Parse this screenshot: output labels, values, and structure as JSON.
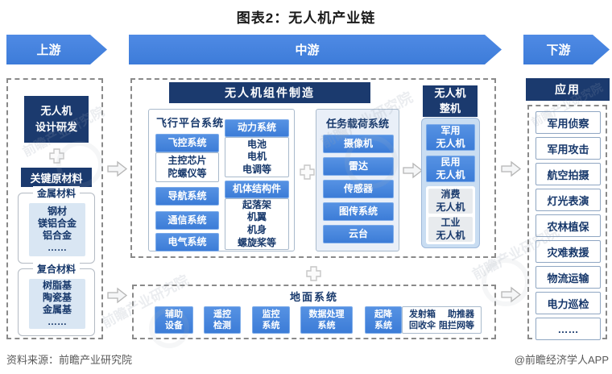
{
  "title": "图表2：无人机产业链",
  "banners": {
    "upstream": "上游",
    "midstream": "中游",
    "downstream": "下游"
  },
  "upstream": {
    "design_rd": "无人机\n设计研发",
    "key_materials": "关键原材料",
    "metal": {
      "label": "金属材料",
      "items": "钢材\n镁铝合金\n铝合金\n……"
    },
    "composite": {
      "label": "复合材料",
      "items": "树脂基\n陶瓷基\n金属基\n……"
    }
  },
  "midstream": {
    "components_title": "无人机组件制造",
    "flight_platform": {
      "title": "飞行平台系统",
      "flight_control": "飞控系统",
      "flight_control_detail": "主控芯片\n陀螺仪等",
      "navigation": "导航系统",
      "communication": "通信系统",
      "electrical": "电气系统",
      "power": "动力系统",
      "power_detail": "电池\n电机\n电调等",
      "structure": "机体结构件",
      "structure_detail": "起落架\n机翼\n机身\n螺旋桨等"
    },
    "payload": {
      "title": "任务载荷系统",
      "items": [
        "摄像机",
        "雷达",
        "传感器",
        "图传系统",
        "云台"
      ]
    },
    "whole_drone": {
      "title": "无人机\n整机",
      "items": [
        "军用\n无人机",
        "民用\n无人机",
        "消费\n无人机",
        "工业\n无人机"
      ]
    },
    "ground": {
      "title": "地面系统",
      "buttons": [
        "辅助\n设备",
        "遥控\n检测",
        "监控\n系统",
        "数据处理\n系统",
        "起降\n系统"
      ],
      "launch_rows": [
        [
          "发射箱",
          "助推器"
        ],
        [
          "回收伞",
          "阻拦网等"
        ]
      ]
    }
  },
  "downstream": {
    "title": "应用",
    "items": [
      "军用侦察",
      "军用攻击",
      "航空拍摄",
      "灯光表演",
      "农林植保",
      "灾难救援",
      "物流运输",
      "电力巡检",
      "……"
    ]
  },
  "footer": {
    "source": "资料来源：前瞻产业研究院",
    "credit": "@前瞻经济学人APP"
  },
  "watermark": "前瞻产业研究院",
  "colors": {
    "banner_blue": "#4181df",
    "button_blue": "#4384dc",
    "navy": "#1b3a6e",
    "light_blue_fill": "#d9e6f3",
    "payload_bg": "#e9eff8",
    "container_blue": "#c9ddf2",
    "gray_fill": "#e8ebee",
    "text_navy": "#17386b",
    "dash_gray": "#8a8a8a",
    "footer_gray": "#595959"
  }
}
